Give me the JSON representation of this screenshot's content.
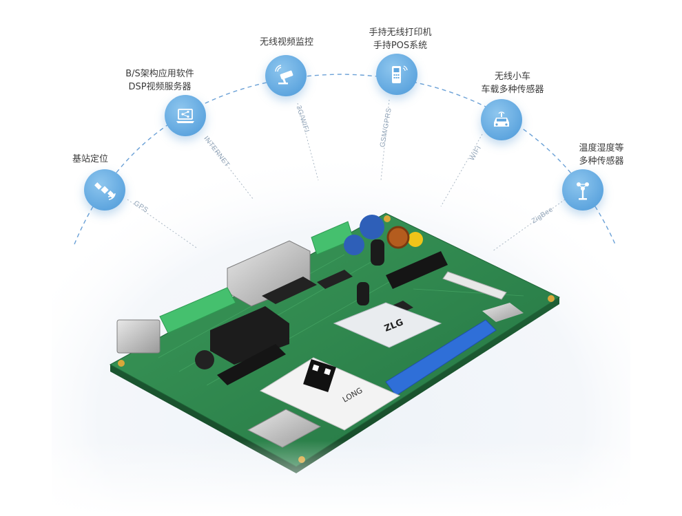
{
  "nodes": [
    {
      "id": "base-station",
      "label": "基站定位",
      "icon": "satellite-icon",
      "link": "GPS"
    },
    {
      "id": "bs-app",
      "label": "B/S架构应用软件\nDSP视频服务器",
      "icon": "laptop-share-icon",
      "link": "INTERNET"
    },
    {
      "id": "video",
      "label": "无线视频监控",
      "icon": "cctv-camera-icon",
      "link": "3G/WIFI"
    },
    {
      "id": "pos",
      "label": "手持无线打印机\n手持POS系统",
      "icon": "pos-terminal-icon",
      "link": "GSM/GPRS"
    },
    {
      "id": "car",
      "label": "无线小车\n车载多种传感器",
      "icon": "car-icon",
      "link": "WIFI"
    },
    {
      "id": "sensor",
      "label": "温度湿度等\n多种传感器",
      "icon": "weather-station-icon",
      "link": "ZigBee"
    }
  ],
  "board": {
    "module_brand": "LONG",
    "module_label": "ZLG"
  },
  "colors": {
    "arc": "#5b9bd5",
    "icon_fill": "#6aaee4",
    "board_green": "#2f8f4e",
    "connector_blue": "#2f6fd8",
    "terminal_green": "#3fbf6a"
  }
}
